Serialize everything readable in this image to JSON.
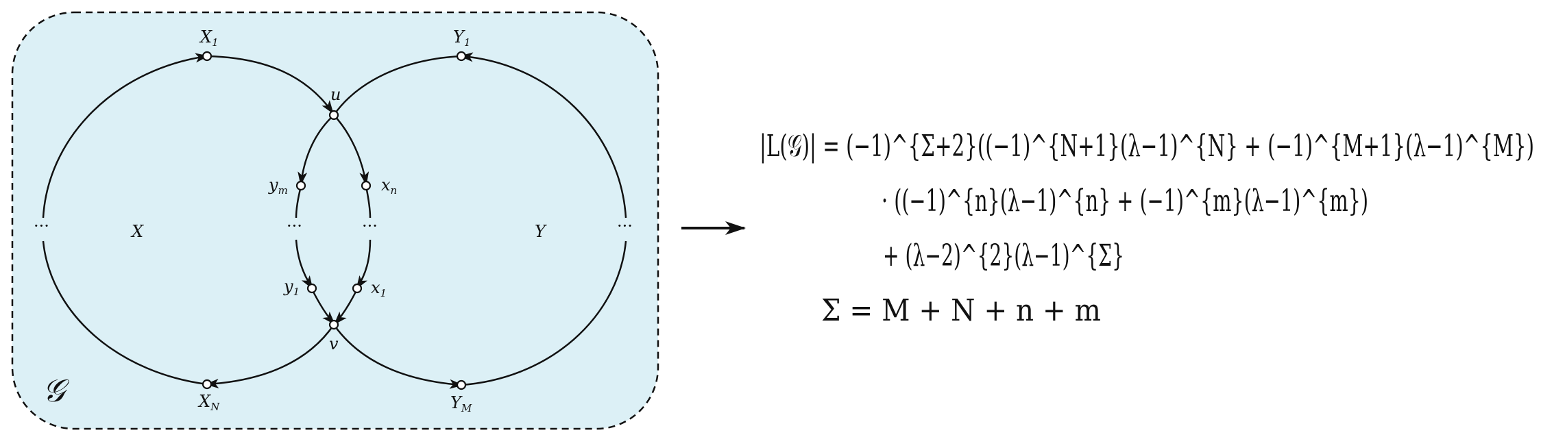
{
  "diagram": {
    "graph_symbol": "𝒢",
    "region_labels": {
      "left": "X",
      "right": "Y"
    },
    "nodes": {
      "X1": {
        "base": "X",
        "sub": "1"
      },
      "XN": {
        "base": "X",
        "sub": "N"
      },
      "Y1": {
        "base": "Y",
        "sub": "1"
      },
      "YM": {
        "base": "Y",
        "sub": "M"
      },
      "u": {
        "base": "u",
        "sub": ""
      },
      "v": {
        "base": "v",
        "sub": ""
      },
      "ym": {
        "base": "y",
        "sub": "m"
      },
      "xn": {
        "base": "x",
        "sub": "n"
      },
      "y1": {
        "base": "y",
        "sub": "1"
      },
      "x1": {
        "base": "x",
        "sub": "1"
      }
    },
    "ellipsis": "···",
    "colors": {
      "box_fill": "#dcf0f6",
      "stroke": "#111111",
      "node_fill": "#ffffff"
    }
  },
  "arrow": "→",
  "formula": {
    "lines": [
      "|L(𝒢)| = (−1)^{Σ+2}((−1)^{N+1}(λ−1)^{N} + (−1)^{M+1}(λ−1)^{M})",
      "· ((−1)^{n}(λ−1)^{n} + (−1)^{m}(λ−1)^{m})",
      "+ (λ−2)^{2}(λ−1)^{Σ}",
      "Σ = M + N + n + m"
    ]
  }
}
